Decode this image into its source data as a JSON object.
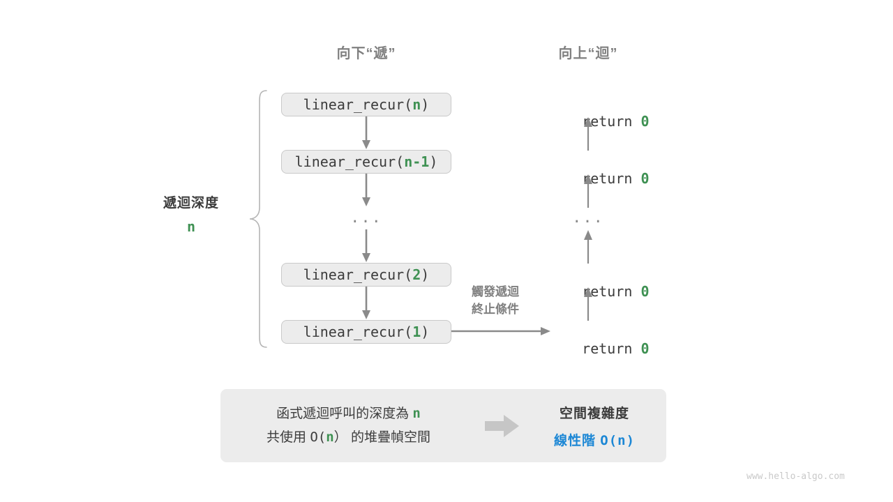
{
  "headings": {
    "down": "向下“遞”",
    "up": "向上“迴”"
  },
  "depth_label": {
    "text": "遞迴深度",
    "value": "n"
  },
  "trigger_note": {
    "line1": "觸發遞迴",
    "line2": "終止條件"
  },
  "call_stack": [
    {
      "fn": "linear_recur(",
      "arg": "n",
      "close": ")"
    },
    {
      "fn": "linear_recur(",
      "arg": "n-1",
      "close": ")"
    },
    {
      "ellipsis": "..."
    },
    {
      "fn": "linear_recur(",
      "arg": "2",
      "close": ")"
    },
    {
      "fn": "linear_recur(",
      "arg": "1",
      "close": ")"
    }
  ],
  "returns": [
    {
      "keyword": "return ",
      "value": "0"
    },
    {
      "keyword": "return ",
      "value": "0"
    },
    {
      "ellipsis": "..."
    },
    {
      "keyword": "return ",
      "value": "0"
    },
    {
      "keyword": "return ",
      "value": "0"
    }
  ],
  "summary": {
    "left_line1_a": "函式遞迴呼叫的深度為 ",
    "left_line1_n": "n",
    "left_line2_a": "共使用 ",
    "left_line2_o": "O(",
    "left_line2_n": "n",
    "left_line2_b": "）",
    "left_line2_c": " 的堆疊幀空間",
    "arrow_icon": "thick-right-arrow-icon",
    "right_title": "空間複雜度",
    "right_value_zh": "線性階 ",
    "right_value_big_o": "O(n)"
  },
  "watermark": "www.hello-algo.com",
  "colors": {
    "accent_green": "#3f9153",
    "accent_blue": "#1c87d5",
    "gray_text": "#808080",
    "dark_text": "#3c3c3c",
    "panel_bg": "#ececec",
    "arrow_gray": "#888888",
    "brace_gray": "#b4b4b4"
  }
}
